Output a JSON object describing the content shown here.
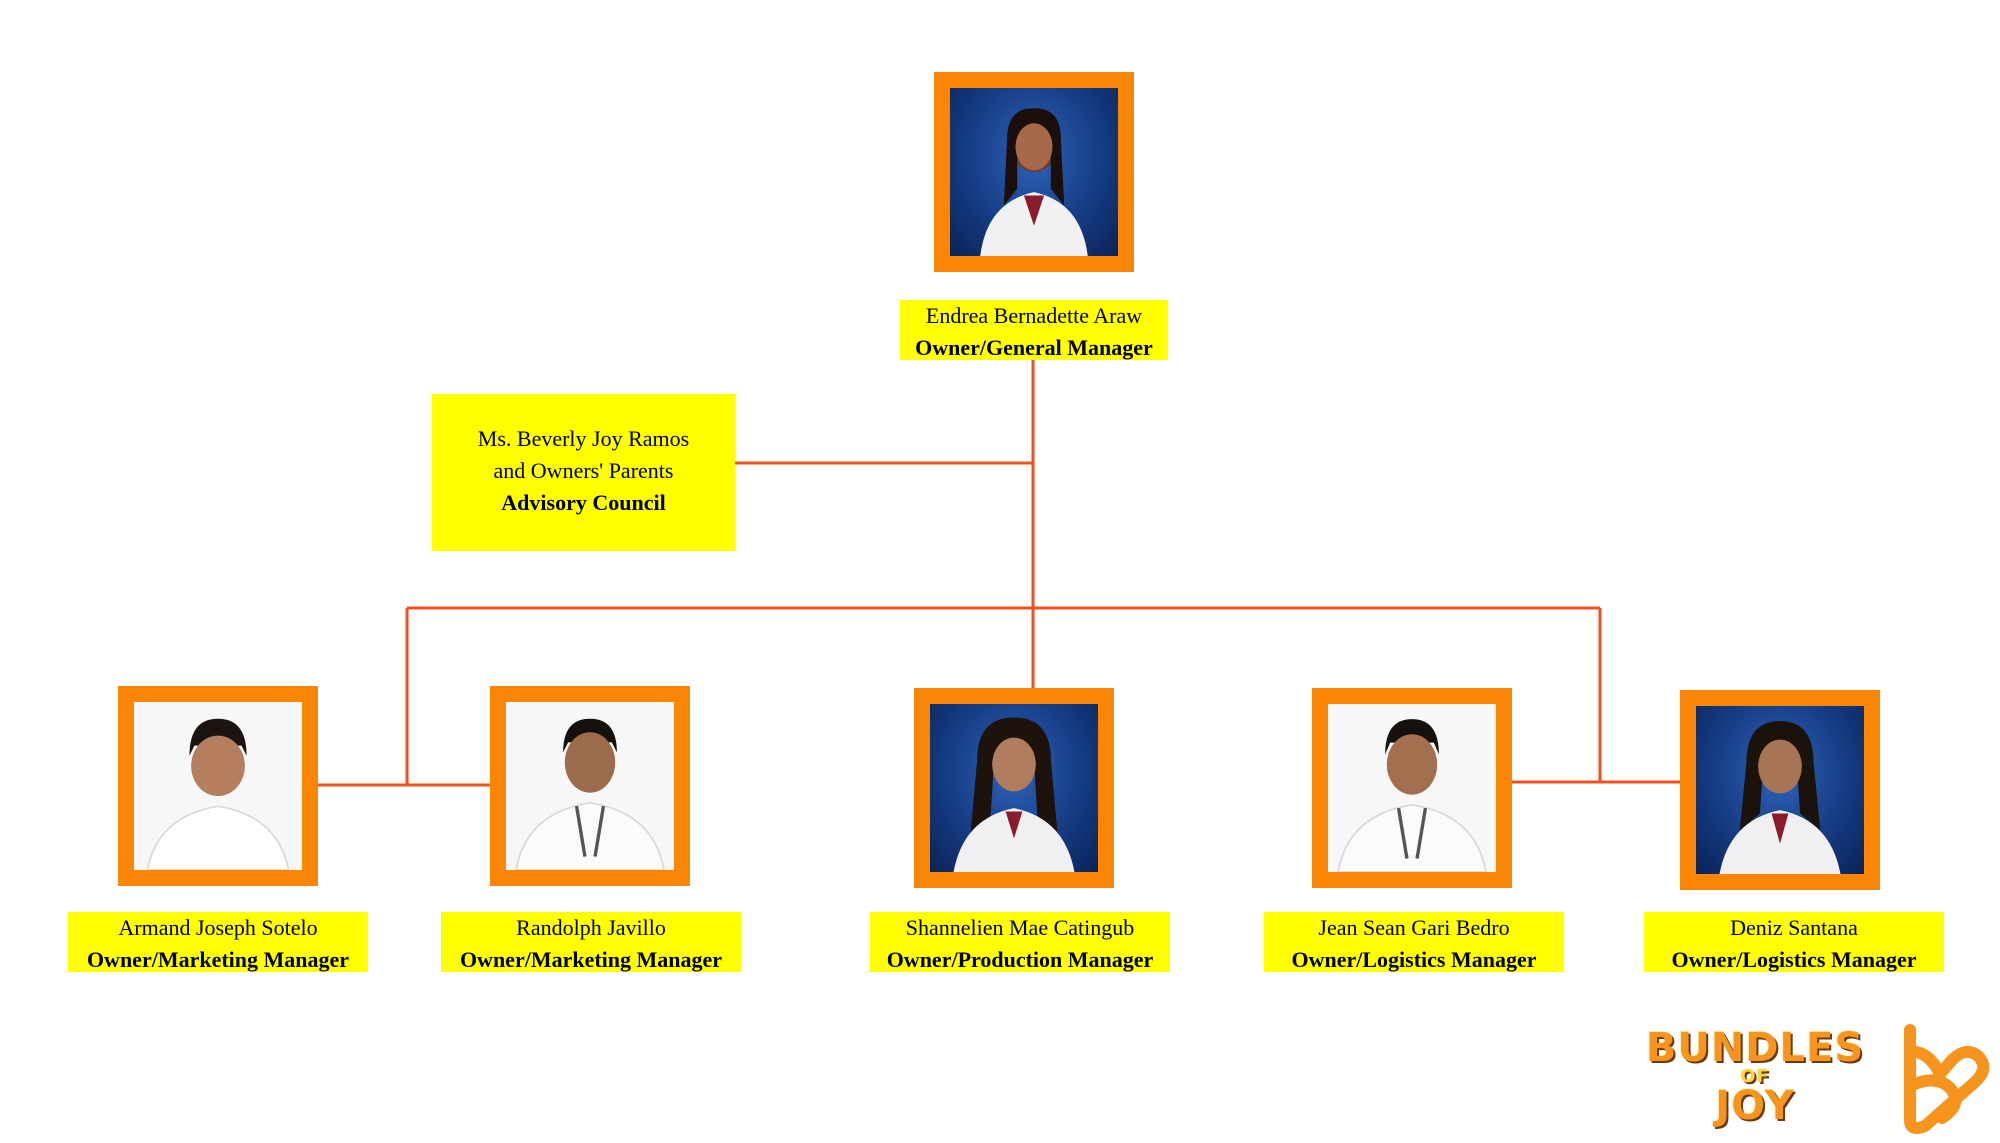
{
  "colors": {
    "frame": "#fb8504",
    "label_bg": "#ffff00",
    "connector": "#f4501e"
  },
  "top": {
    "name": "Endrea Bernadette Araw",
    "role": "Owner/General Manager"
  },
  "advisory": {
    "line1": "Ms. Beverly Joy Ramos",
    "line2": "and Owners' Parents",
    "title": "Advisory Council"
  },
  "members": [
    {
      "name": "Armand Joseph Sotelo",
      "role": "Owner/Marketing Manager"
    },
    {
      "name": "Randolph Javillo",
      "role": "Owner/Marketing Manager"
    },
    {
      "name": "Shannelien Mae Catingub",
      "role": "Owner/Production Manager"
    },
    {
      "name": "Jean Sean Gari Bedro",
      "role": "Owner/Logistics Manager"
    },
    {
      "name": "Deniz Santana",
      "role": "Owner/Logistics Manager"
    }
  ],
  "logo": {
    "word1": "BUNDLES",
    "word2": "OF",
    "word3": "JOY",
    "icon": "heart-b-icon"
  }
}
